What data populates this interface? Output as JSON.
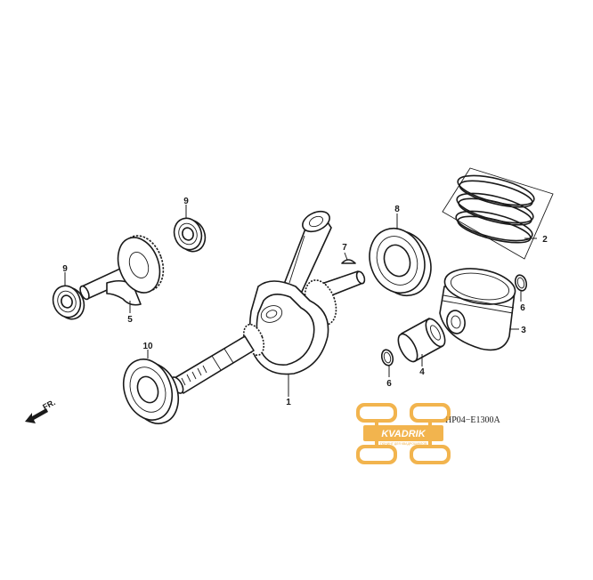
{
  "diagram": {
    "code": "HP04−E1300A",
    "direction_label": "FR.",
    "callouts": {
      "crankshaft": "1",
      "piston_ring_set": "2",
      "piston": "3",
      "piston_pin": "4",
      "balancer_shaft": "5",
      "pin_clip_right": "6",
      "pin_clip_left": "6",
      "woodruff_key": "7",
      "crank_bearing": "8",
      "balancer_bearing_top": "9",
      "balancer_bearing_left": "9",
      "crank_bearing_left": "10"
    }
  },
  "watermark": {
    "brand": "KVADRIK",
    "tagline": "ТЮНИНГ ДЛЯ КВАДРОЦИКЛОВ",
    "color": "#f0a830"
  },
  "colors": {
    "line": "#1a1a1a",
    "background": "#ffffff",
    "watermark": "#f0a830"
  }
}
